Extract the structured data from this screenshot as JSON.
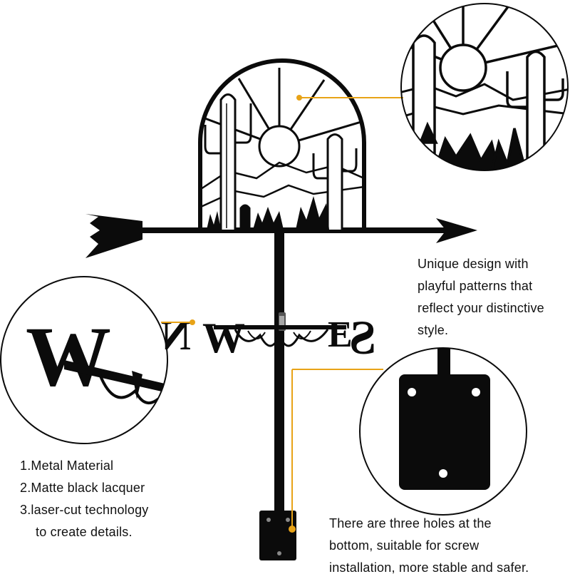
{
  "colors": {
    "metal": "#0b0b0b",
    "leader_line": "#e8a317",
    "background": "#ffffff"
  },
  "callouts": {
    "design_text": [
      "Unique design with",
      "playful patterns that",
      "reflect your distinctive",
      "style."
    ],
    "features": [
      "1.Metal Material",
      "2.Matte black lacquer",
      "3.laser-cut technology",
      "to create details."
    ],
    "holes_text": [
      "There are three holes at the",
      "bottom, suitable for screw",
      "installation, more stable and safer."
    ]
  },
  "weathervane": {
    "directions": [
      "N",
      "W",
      "E",
      "S"
    ],
    "zoom_letters": [
      "W"
    ]
  }
}
